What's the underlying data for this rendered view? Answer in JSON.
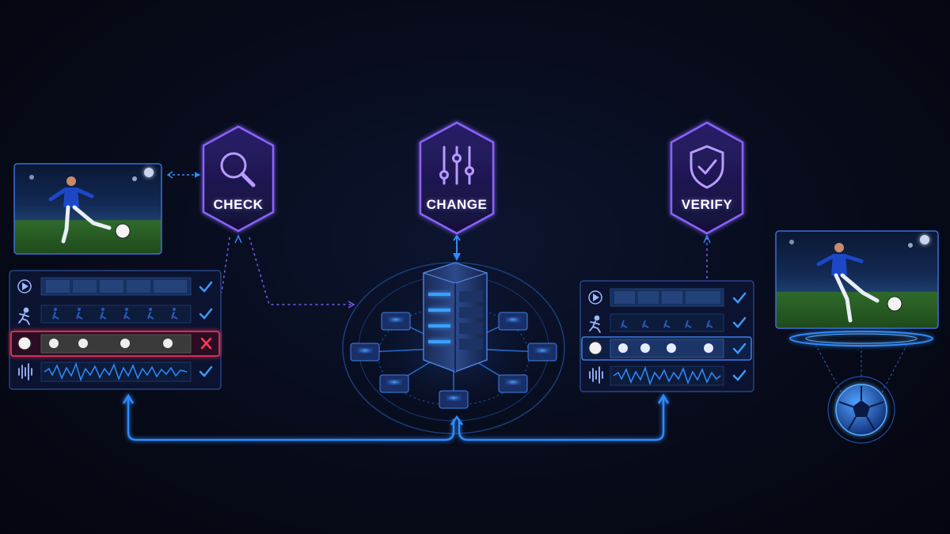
{
  "steps": [
    {
      "label": "CHECK",
      "icon": "magnifier-icon"
    },
    {
      "label": "CHANGE",
      "icon": "sliders-icon"
    },
    {
      "label": "VERIFY",
      "icon": "shield-check-icon"
    }
  ],
  "left_panel": {
    "rows": [
      {
        "icon": "play-icon",
        "status": "check"
      },
      {
        "icon": "runner-icon",
        "status": "check"
      },
      {
        "icon": "soccer-ball-icon",
        "status": "error"
      },
      {
        "icon": "waveform-icon",
        "status": "check"
      }
    ]
  },
  "right_panel": {
    "rows": [
      {
        "icon": "play-icon",
        "status": "check"
      },
      {
        "icon": "runner-icon",
        "status": "check"
      },
      {
        "icon": "soccer-ball-icon",
        "status": "check"
      },
      {
        "icon": "waveform-icon",
        "status": "check"
      }
    ]
  },
  "colors": {
    "accent_blue": "#2f8bff",
    "accent_purple": "#8a63ff",
    "error_red": "#ff3b5c",
    "check_blue": "#3a9bff"
  }
}
